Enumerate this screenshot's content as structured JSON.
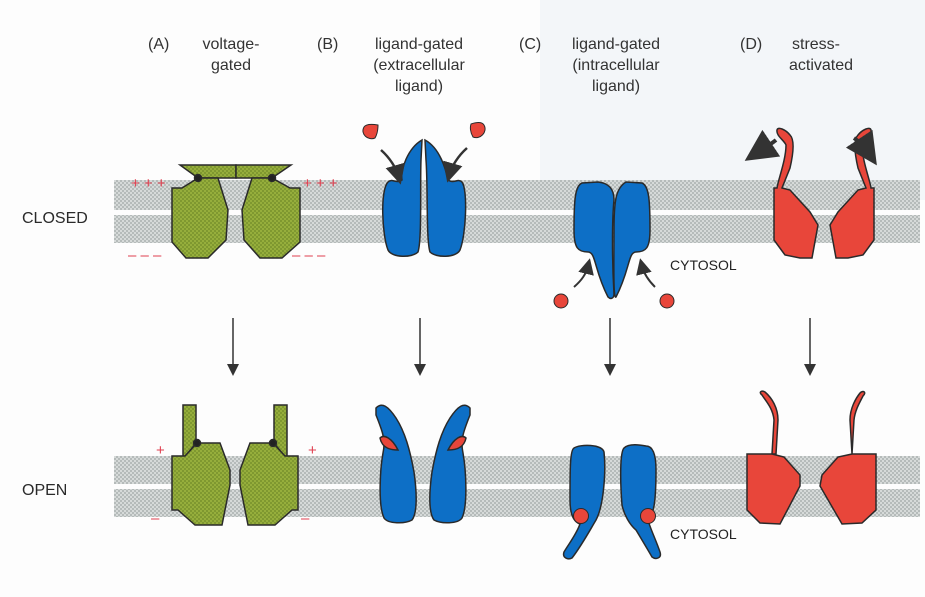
{
  "panels": [
    {
      "id": "A",
      "tag": "(A)",
      "lines": [
        "voltage-",
        "gated"
      ]
    },
    {
      "id": "B",
      "tag": "(B)",
      "lines": [
        "ligand-gated",
        "(extracellular",
        "ligand)"
      ]
    },
    {
      "id": "C",
      "tag": "(C)",
      "lines": [
        "ligand-gated",
        "(intracellular",
        "ligand)"
      ]
    },
    {
      "id": "D",
      "tag": "(D)",
      "lines": [
        "stress-",
        "activated"
      ]
    }
  ],
  "states": {
    "closed": "CLOSED",
    "open": "OPEN"
  },
  "compartment_labels": {
    "cytosol_closed": "CYTOSOL",
    "cytosol_open": "CYTOSOL"
  },
  "charges": {
    "closed_top": "+ + +",
    "closed_bottom": "– – –",
    "open_top": "+",
    "open_bottom": "–"
  },
  "colors": {
    "voltage_gated": "#8fa83a",
    "ligand_gated": "#0d6fc6",
    "stress_activated": "#e8463a",
    "ligand": "#e8463a",
    "membrane": "#c9cecd",
    "charge": "#e04050",
    "outline": "#2a2a2a"
  }
}
